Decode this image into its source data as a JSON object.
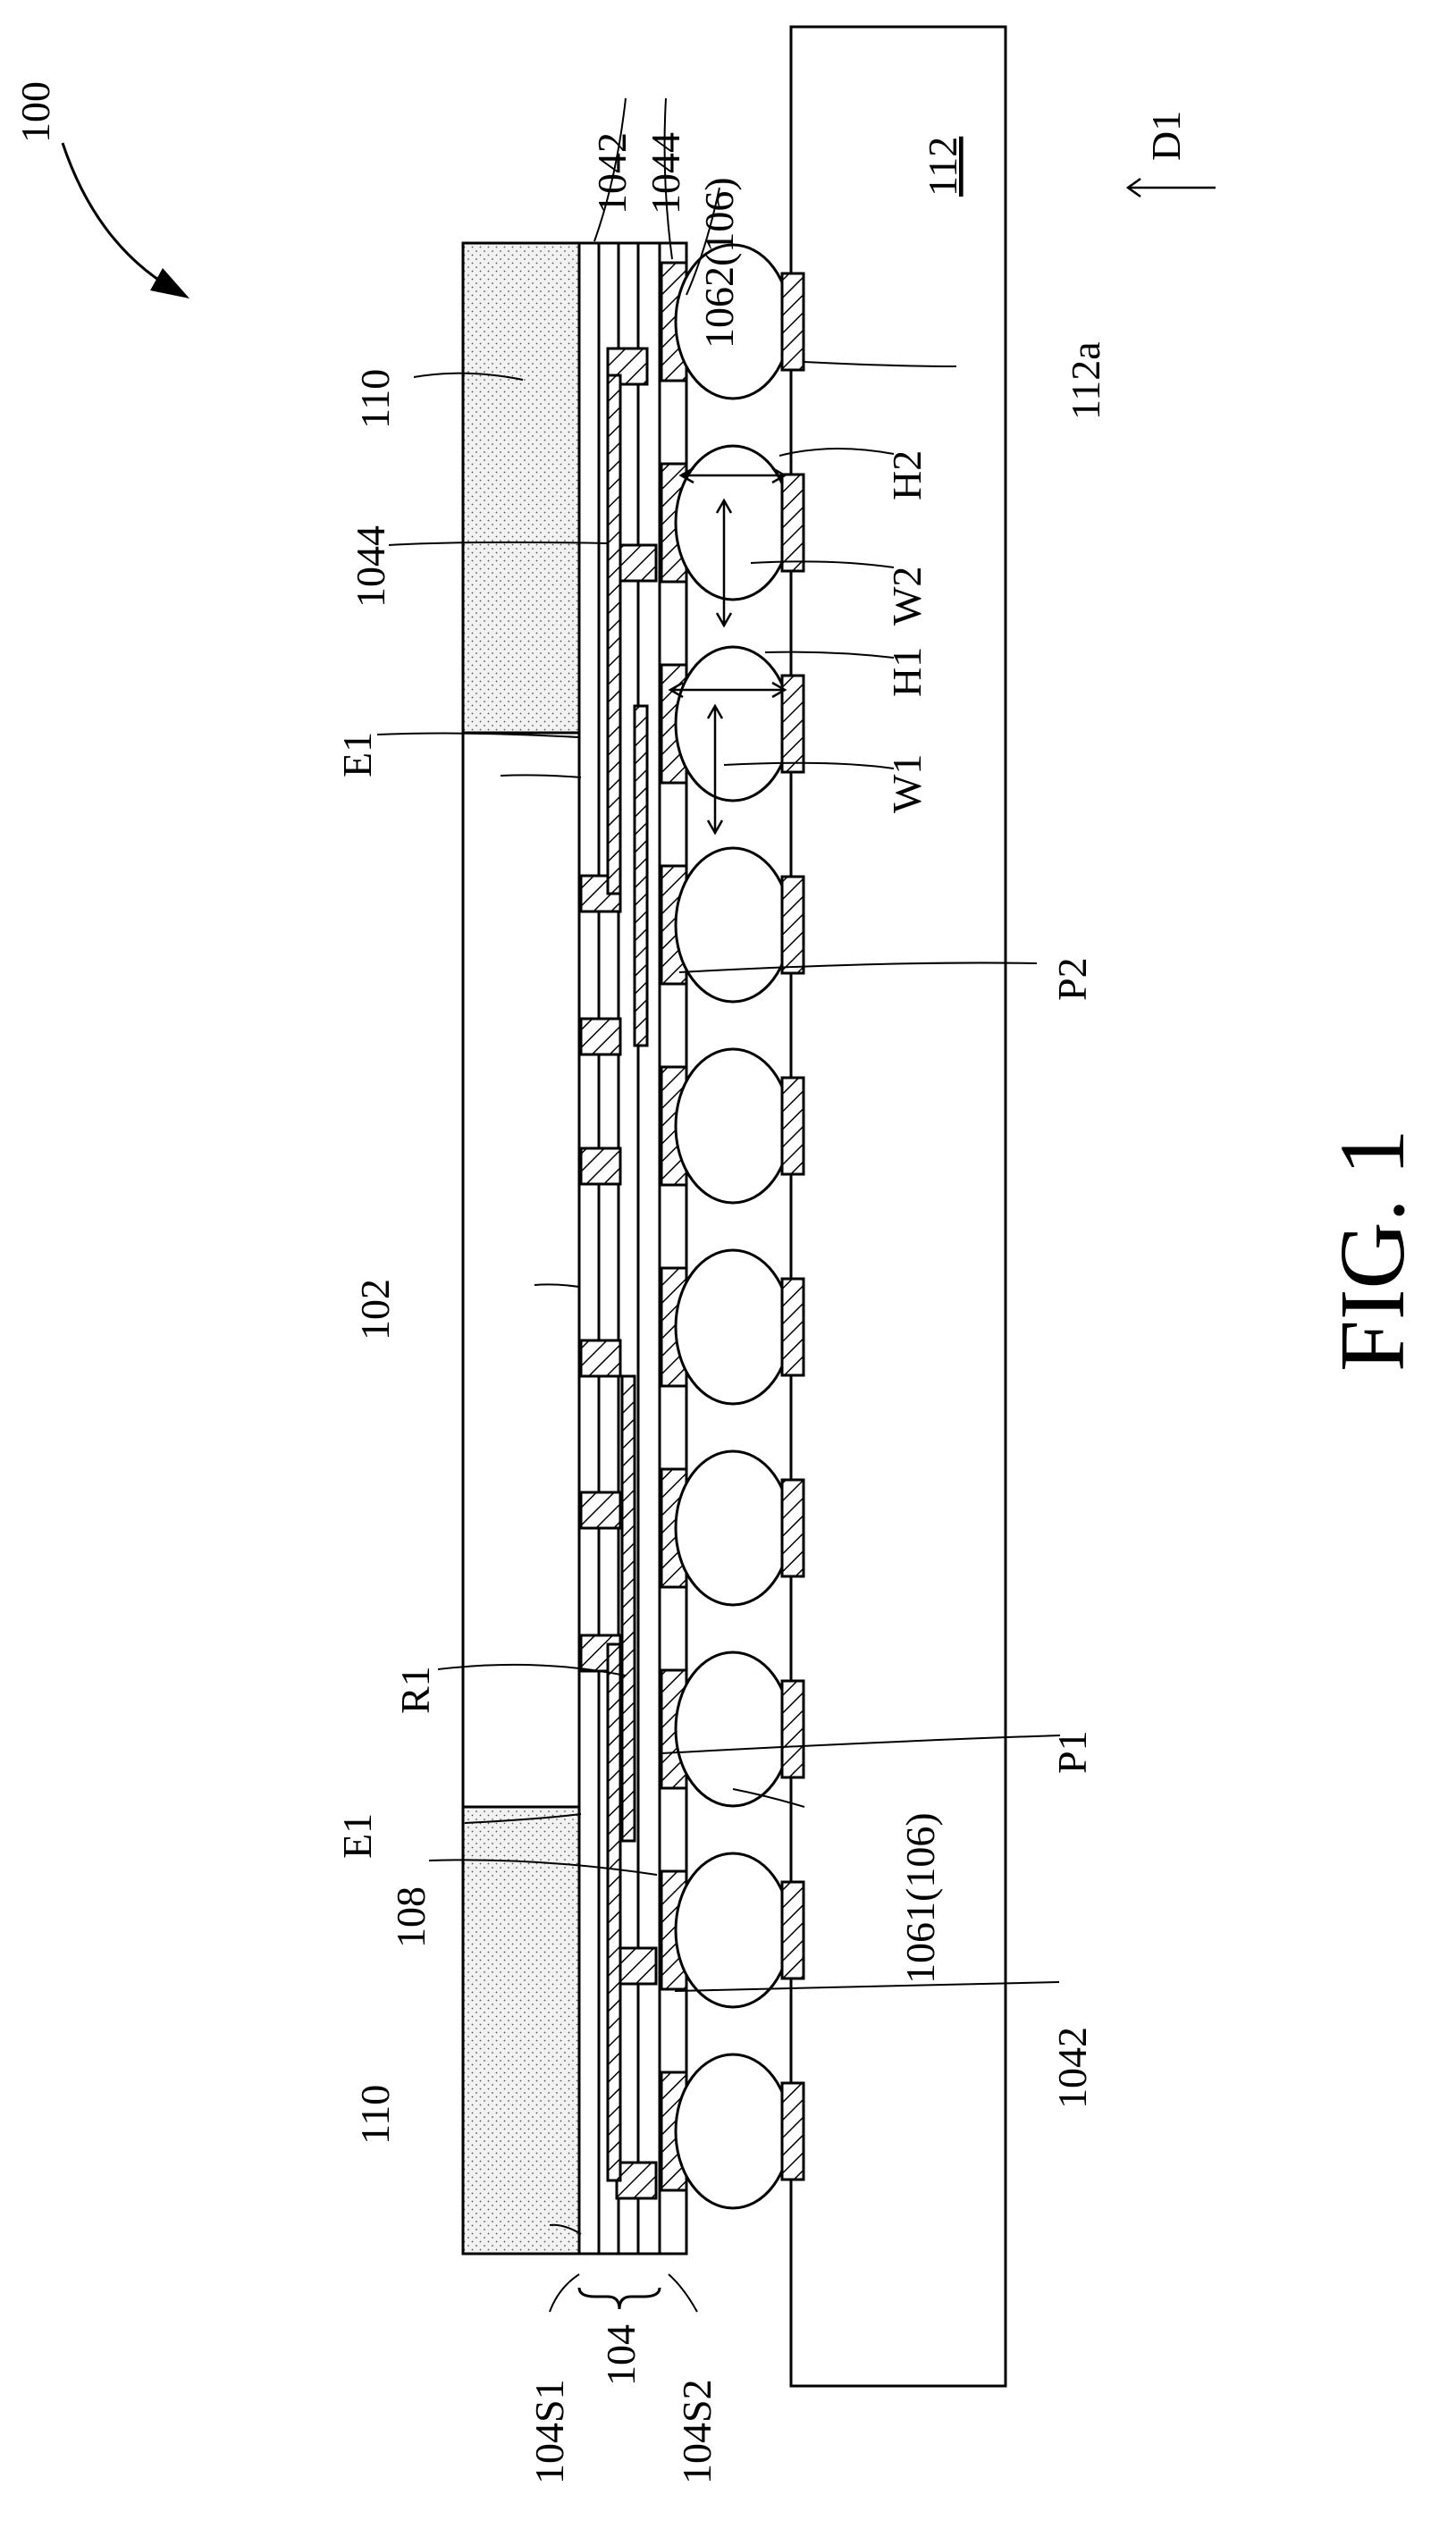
{
  "figure": {
    "caption": "FIG. 1",
    "labels": {
      "device": "100",
      "chip": "102",
      "redistribution_structure": "104",
      "surface_1": "104S1",
      "surface_2": "104S2",
      "dielectric_layer": "1042",
      "conductive_layer": "1044",
      "connector_1": "1061(106)",
      "connector_2": "1062(106)",
      "underfill": "108",
      "encapsulant": "110",
      "substrate": "112",
      "substrate_pad": "112a",
      "encapsulant_edge": "E1",
      "region": "R1",
      "pitch_1": "P1",
      "pitch_2": "P2",
      "height_1": "H1",
      "height_2": "H2",
      "width_1": "W1",
      "width_2": "W2",
      "direction": "D1"
    }
  },
  "colors": {
    "line": "#000000",
    "background": "#ffffff"
  }
}
